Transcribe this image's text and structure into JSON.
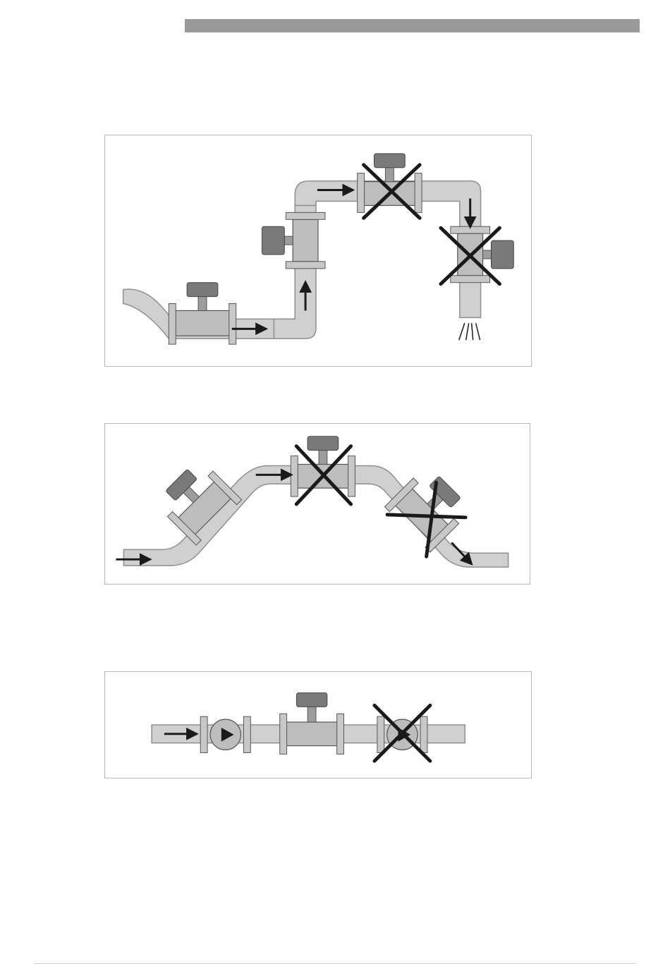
{
  "page": {
    "header_bar_color": "#9a9a9a",
    "pipe_fill": "#d0d0d0",
    "pipe_stroke": "#8f8f8f",
    "meter_fill": "#bdbdbd",
    "head_fill": "#7a7a7a",
    "mark_color": "#1a1a1a"
  },
  "figures": [
    {
      "id": "figure-vertical-pipe-installation",
      "icons": [
        "flow-arrow-icon",
        "flowmeter-icon",
        "prohibited-x-icon",
        "outlet-spray-icon"
      ]
    },
    {
      "id": "figure-sloped-pipe-installation",
      "icons": [
        "flow-arrow-icon",
        "flowmeter-icon",
        "prohibited-x-icon"
      ]
    },
    {
      "id": "figure-pump-installation",
      "icons": [
        "flow-arrow-icon",
        "pump-icon",
        "flowmeter-icon",
        "prohibited-x-icon"
      ]
    }
  ]
}
